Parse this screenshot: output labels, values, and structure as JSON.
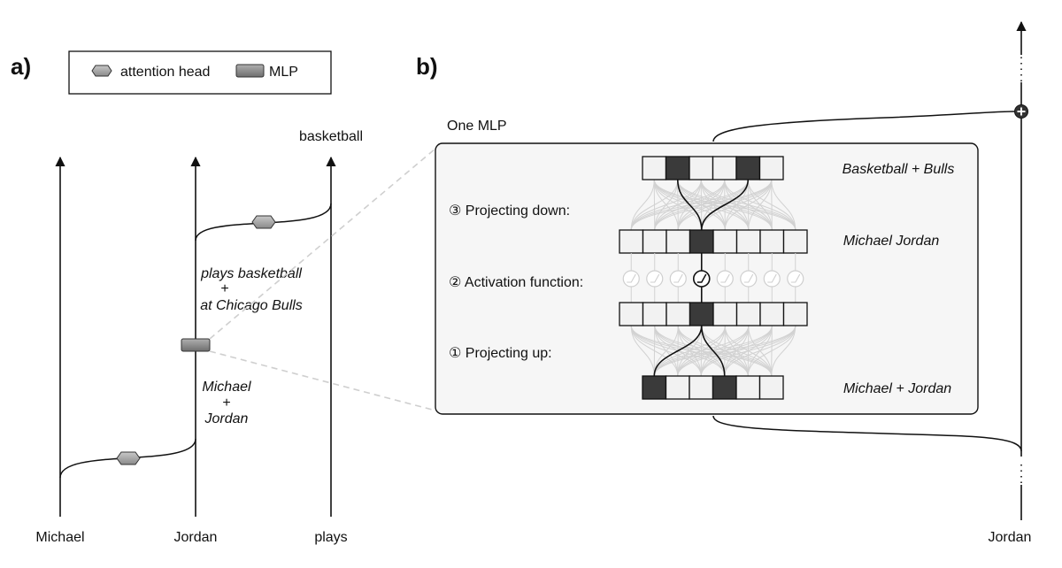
{
  "panel_a": {
    "label": "a)",
    "legend": {
      "attention_head": "attention head",
      "mlp": "MLP"
    },
    "tokens": [
      "Michael",
      "Jordan",
      "plays"
    ],
    "output_token": "basketball",
    "upper_annotation": {
      "line1": "plays basketball",
      "plus": "+",
      "line2": "at Chicago Bulls"
    },
    "lower_annotation": {
      "line1": "Michael",
      "plus": "+",
      "line2": "Jordan"
    }
  },
  "panel_b": {
    "label": "b)",
    "box_title": "One MLP",
    "steps": {
      "projecting_down": "③ Projecting down:",
      "activation": "② Activation function:",
      "projecting_up": "① Projecting up:"
    },
    "layer_labels": {
      "top": "Basketball + Bulls",
      "hidden": "Michael Jordan",
      "bottom": "Michael + Jordan"
    },
    "token": "Jordan",
    "cells": {
      "top": [
        0,
        1,
        0,
        0,
        1,
        0
      ],
      "hidden_post": [
        0,
        0,
        0,
        1,
        0,
        0,
        0,
        0
      ],
      "hidden_pre": [
        0,
        0,
        0,
        1,
        0,
        0,
        0,
        0
      ],
      "bottom": [
        1,
        0,
        0,
        1,
        0,
        0
      ]
    }
  }
}
